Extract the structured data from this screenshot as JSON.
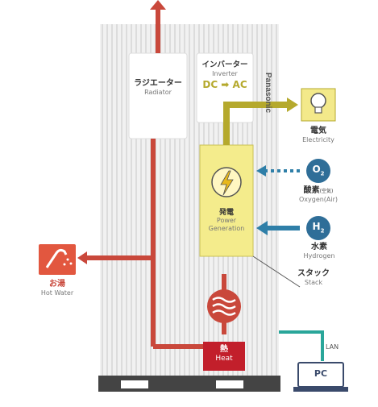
{
  "brand": "Panasonic",
  "radiator": {
    "jp": "ラジエーター",
    "en": "Radiator"
  },
  "inverter": {
    "jp": "インバーター",
    "en": "Inverter",
    "conversion": "DC ➡ AC"
  },
  "power_generation": {
    "jp": "発電",
    "en_line1": "Power",
    "en_line2": "Generation"
  },
  "stack": {
    "jp": "スタック",
    "en": "Stack"
  },
  "electricity": {
    "jp": "電気",
    "en": "Electricity"
  },
  "oxygen": {
    "symbol": "O",
    "sub": "2",
    "jp": "酸素",
    "jp_note": "(空気)",
    "en": "Oxygen(Air)"
  },
  "hydrogen": {
    "symbol": "H",
    "sub": "2",
    "jp": "水素",
    "en": "Hydrogen"
  },
  "hot_water": {
    "jp": "お湯",
    "en": "Hot Water"
  },
  "heat": {
    "jp": "熱",
    "en": "Heat"
  },
  "lan": {
    "label": "LAN"
  },
  "pc": {
    "label": "PC"
  },
  "colors": {
    "heat_red": "#c9483b",
    "power_olive": "#b5a92d",
    "electric_yellow": "#f4ec8c",
    "hydrogen_blue": "#2f7fa8",
    "lan_teal": "#2aa69a"
  }
}
